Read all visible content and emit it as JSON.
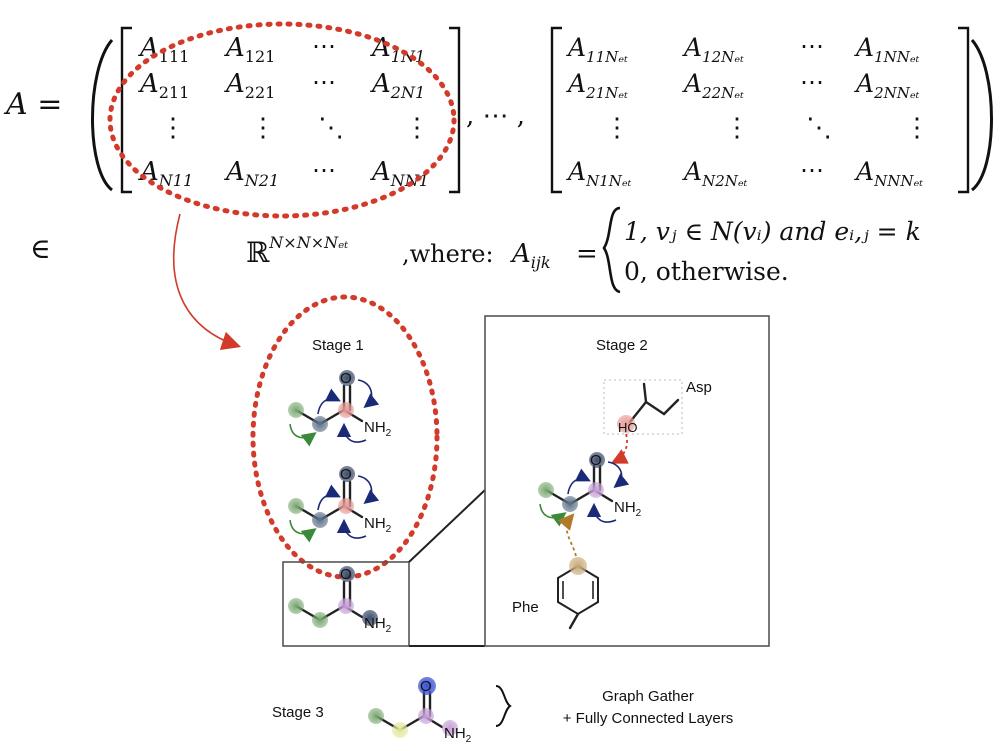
{
  "equation": {
    "lhs": "A =",
    "matrix_left": {
      "rows": [
        [
          "A",
          "111",
          "A",
          "121",
          "⋯",
          "A",
          "1N1"
        ],
        [
          "A",
          "211",
          "A",
          "221",
          "⋯",
          "A",
          "2N1"
        ],
        [
          "A",
          "N11",
          "A",
          "N21",
          "⋯",
          "A",
          "NN1"
        ]
      ]
    },
    "matrix_right": {
      "rows": [
        [
          "A",
          "11Nₑₜ",
          "A",
          "12Nₑₜ",
          "⋯",
          "A",
          "1NNₑₜ"
        ],
        [
          "A",
          "21Nₑₜ",
          "A",
          "22Nₑₜ",
          "⋯",
          "A",
          "2NNₑₜ"
        ],
        [
          "A",
          "N1Nₑₜ",
          "A",
          "N2Nₑₜ",
          "⋯",
          "A",
          "NNNₑₜ"
        ]
      ]
    },
    "separator": ", ⋯ ,",
    "element_of": "∈",
    "space": "ℝ",
    "space_superscript": "N×N×Nₑₜ",
    "where_text": ",where:",
    "aijk": "A",
    "aijk_sub": "ijk",
    "equals": "=",
    "case1": "1, vⱼ ∈ N(vᵢ) and eᵢ,ⱼ = k",
    "case2": "0, otherwise."
  },
  "stages": {
    "stage1_label": "Stage 1",
    "stage2_label": "Stage 2",
    "stage3_label": "Stage 3",
    "stage3_caption_line1": "Graph Gather",
    "stage3_caption_line2": "+ Fully Connected Layers"
  },
  "molecule": {
    "oxygen": "O",
    "nh2": "NH",
    "nh2_sub": "2",
    "asp": "Asp",
    "phe": "Phe",
    "ho": "HO"
  },
  "colors": {
    "highlight_red": "#d23a2a",
    "arrow_navy": "#1a2a78",
    "arrow_green": "#3a8a3a",
    "arrow_orange": "#b07a2a",
    "atom_green": "#7aa872",
    "atom_grey": "#5e7488",
    "atom_pink": "#e79a96",
    "atom_navy": "#3e4e6e",
    "atom_purple": "#c7a0d8",
    "atom_yellow": "#e4e89a",
    "atom_blue": "#3a52d8",
    "atom_tan": "#c9aa7a"
  }
}
